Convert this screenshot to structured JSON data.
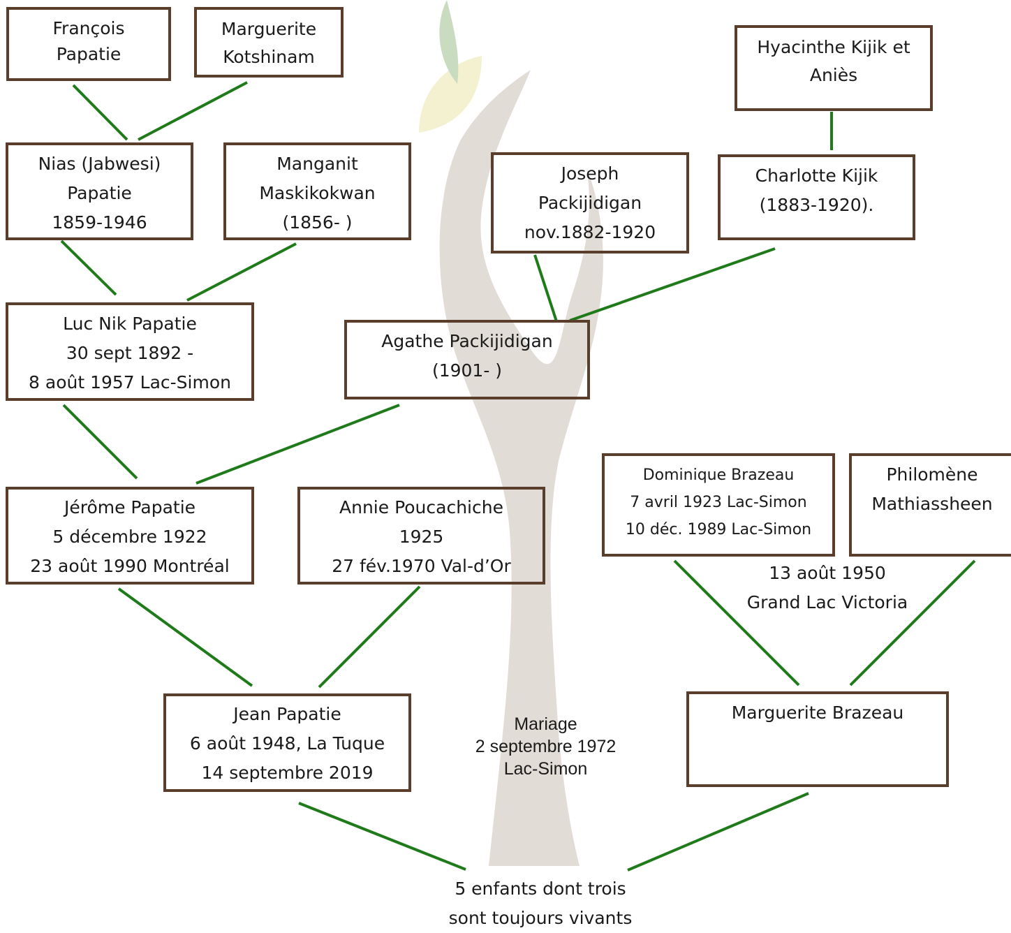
{
  "persons": {
    "francois": {
      "lines": [
        "François",
        "Papatie"
      ]
    },
    "marguerite_k": {
      "lines": [
        "Marguerite",
        "Kotshinam"
      ]
    },
    "hyacinthe": {
      "lines": [
        "Hyacinthe Kijik et",
        "Aniès"
      ]
    },
    "nias": {
      "lines": [
        "Nias (Jabwesi)",
        "Papatie",
        "1859-1946"
      ]
    },
    "manganit": {
      "lines": [
        "Manganit",
        "Maskikokwan",
        "(1856- )"
      ]
    },
    "joseph": {
      "lines": [
        "Joseph",
        "Packijidigan",
        "nov.1882-1920"
      ]
    },
    "charlotte": {
      "lines": [
        "Charlotte Kijik",
        "(1883-1920)."
      ]
    },
    "luc": {
      "lines": [
        "Luc Nik Papatie",
        "30 sept 1892 -",
        "8 août 1957 Lac-Simon"
      ]
    },
    "agathe": {
      "lines": [
        "Agathe Packijidigan",
        "(1901- )"
      ]
    },
    "jerome": {
      "lines": [
        "Jérôme Papatie",
        "5 décembre 1922",
        "23 août 1990 Montréal"
      ]
    },
    "annie": {
      "lines": [
        "Annie Poucachiche",
        "1925",
        "27 fév.1970 Val-d’Or"
      ]
    },
    "dominique": {
      "lines": [
        "Dominique Brazeau",
        "7 avril 1923 Lac-Simon",
        "10 déc. 1989 Lac-Simon"
      ]
    },
    "philomene": {
      "lines": [
        "Philomène",
        "Mathiassheen"
      ]
    },
    "jean": {
      "lines": [
        "Jean Papatie",
        "6  août 1948, La Tuque",
        "14 septembre 2019"
      ]
    },
    "marguerite_b": {
      "lines": [
        "Marguerite Brazeau"
      ]
    }
  },
  "notes": {
    "mariage_brazeau": {
      "lines": [
        "13 août 1950",
        "Grand Lac Victoria"
      ]
    },
    "mariage_jean": {
      "lines": [
        "Mariage",
        "2 septembre 1972",
        "Lac-Simon"
      ]
    },
    "enfants": {
      "lines": [
        "5 enfants dont trois",
        "sont toujours vivants"
      ]
    }
  },
  "colors": {
    "box_border": "#5a3e2b",
    "connector": "#1f7a1a",
    "tree_trunk": "#d9d3cc",
    "leaf_green": "#c9dcc0",
    "leaf_yellow": "#f3f1cf"
  }
}
